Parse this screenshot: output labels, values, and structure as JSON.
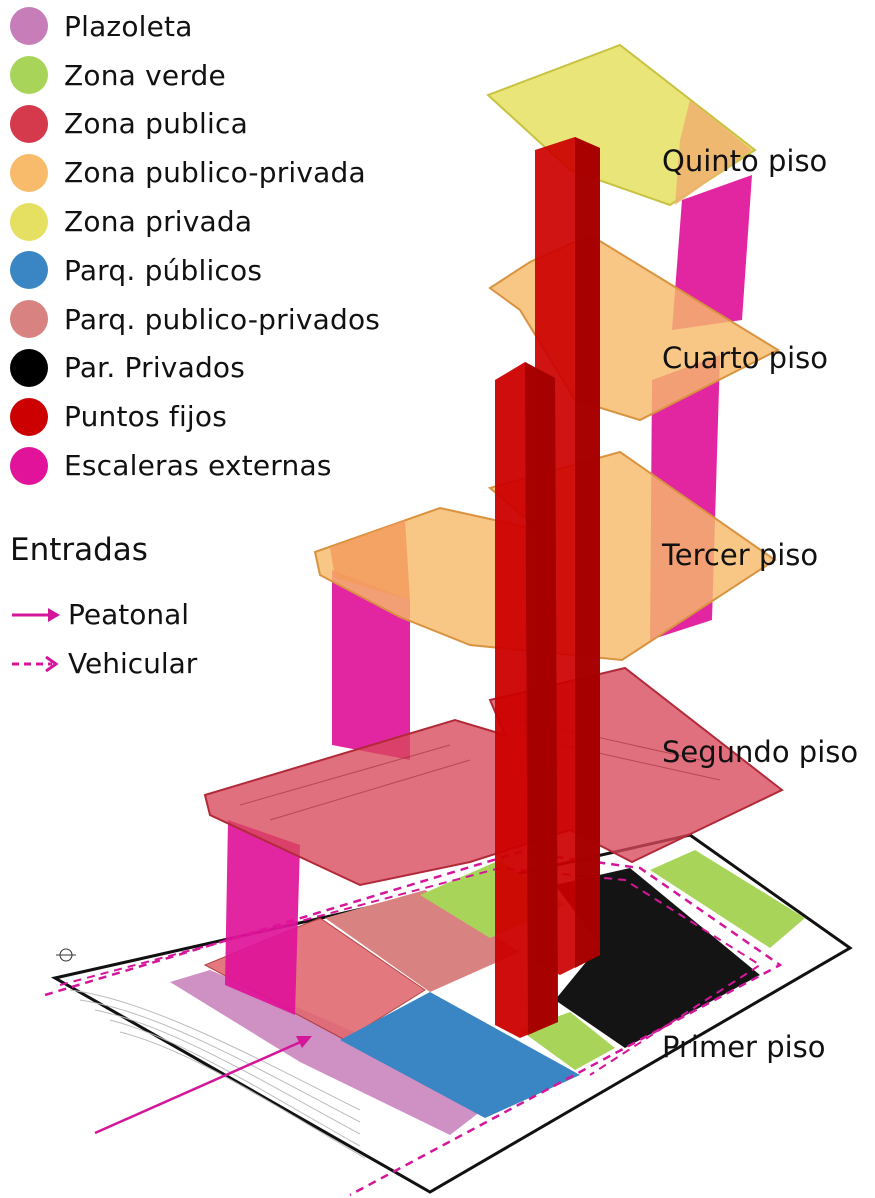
{
  "legend": {
    "items": [
      {
        "label": "Plazoleta",
        "color": "#c77db8"
      },
      {
        "label": "Zona verde",
        "color": "#a9d45a"
      },
      {
        "label": "Zona publica",
        "color": "#d43a4c"
      },
      {
        "label": "Zona publico-privada",
        "color": "#f7bb6b"
      },
      {
        "label": "Zona privada",
        "color": "#e5e062"
      },
      {
        "label": "Parq. públicos",
        "color": "#3a86c4"
      },
      {
        "label": "Parq. publico-privados",
        "color": "#d98282"
      },
      {
        "label": "Par. Privados",
        "color": "#000000"
      },
      {
        "label": "Puntos fijos",
        "color": "#cc0000"
      },
      {
        "label": "Escaleras externas",
        "color": "#e0139a"
      }
    ]
  },
  "entradas": {
    "title": "Entradas",
    "peatonal": "Peatonal",
    "vehicular": "Vehicular",
    "arrow_color": "#d4169a"
  },
  "floors": {
    "quinto": "Quinto piso",
    "cuarto": "Cuarto piso",
    "tercer": "Tercer piso",
    "segundo": "Segundo piso",
    "primer": "Primer piso"
  }
}
